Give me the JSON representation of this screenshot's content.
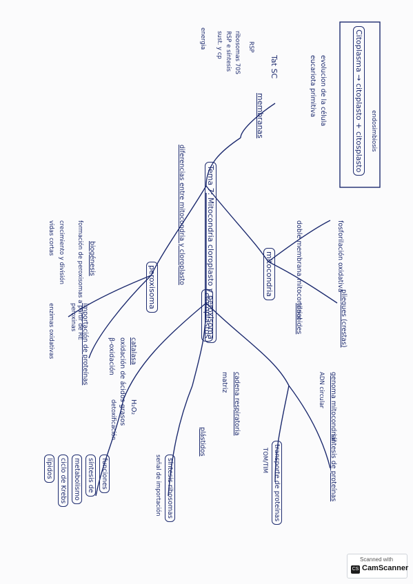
{
  "title": "Tema 7: Hialoplasma, citoesqueleto y organelos no membranosos",
  "root": "Tema 7: Mitocondria cloroplasto y peroxisoma",
  "left_box": {
    "text": "Citoplasma → citoplasto + citosplasto",
    "sub": "endosimbiosis"
  },
  "notes": {
    "evolucion": "evolucion de la célula",
    "evolucion2": "eucariota primitiva",
    "cap": "Tat SC",
    "mem": "membranas",
    "rsp": "RSP",
    "ribo": "ribosomas 70S",
    "rspsub": "RSP e síntesis",
    "sub2": "sust. y cp",
    "difer": "diferencias entre mitocondria y cloroplasto",
    "atp": "fosforilación oxidativa",
    "pliegues": "pliegues (crestas)",
    "dosmem": "doble membrana mitocondrial",
    "tilacoides": "tilacoides",
    "energia": "energia",
    "cloroplastos": "cloroplastos",
    "cadena": "cadena respiratoria",
    "matriz": "matriz",
    "peroxisoma": "peroxisoma",
    "catalasa": "catalasa",
    "oxid": "oxidación de ácidos grasos",
    "beta": "β-oxidación",
    "h2o2": "H₂O₂",
    "biogenesis": "biogénesis",
    "formacion": "formación de peroxisomas a partir de RE",
    "importacion": "importación de proteínas",
    "crec": "crecimiento y división",
    "peroxinas": "peroxinas",
    "mitocondria": "mitocondria",
    "genoma": "genoma mitocondrial",
    "adn": "ADN circular",
    "sintesis_prot": "síntesis de proteínas",
    "transporte": "transporte de proteínas",
    "tom_tim": "TOM/TIM",
    "plastidos": "plástidos",
    "sin_rib": "síntesis ribosomas",
    "signal": "señal de importación",
    "lista1": "funciones",
    "lista2": "síntesis de",
    "lista3": "metabolismo",
    "lista4": "ciclo de Krebs",
    "lista5": "lípidos",
    "lista6": "detoxificación",
    "vidas": "vidas cortas",
    "enzimas": "enzimas oxidativas"
  },
  "scanner": {
    "line1": "Scanned with",
    "line2": "CamScanner"
  }
}
